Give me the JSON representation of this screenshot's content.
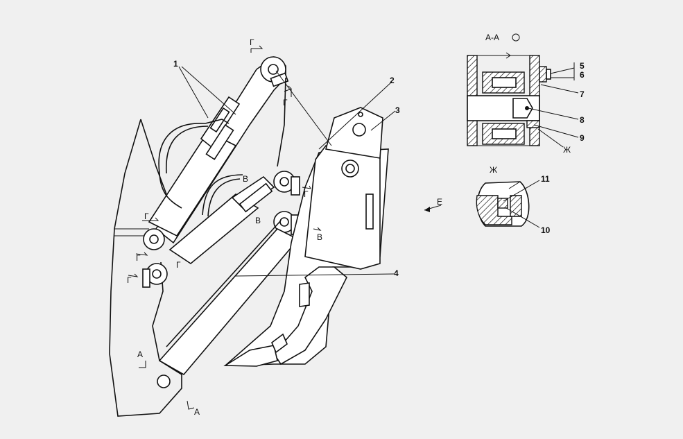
{
  "callouts": {
    "c1": "1",
    "c2": "2",
    "c3": "3",
    "c4": "4",
    "c5": "5",
    "c6": "6",
    "c7": "7",
    "c8": "8",
    "c9": "9",
    "c10": "10",
    "c11": "11"
  },
  "section_marks": {
    "g_top": "Г",
    "g_upper": "Г",
    "g_mid": "Г",
    "g_left1": "Г",
    "g_left2": "Г",
    "g_left3": "Г",
    "g_left4": "Г",
    "v_mid": "В",
    "v_right": "В",
    "v_left": "В",
    "a_top": "А",
    "a_bottom": "А",
    "e_view": "Е",
    "zh_mark": "Ж"
  },
  "views": {
    "section_aa": "А-А",
    "detail_zh": "Ж"
  }
}
